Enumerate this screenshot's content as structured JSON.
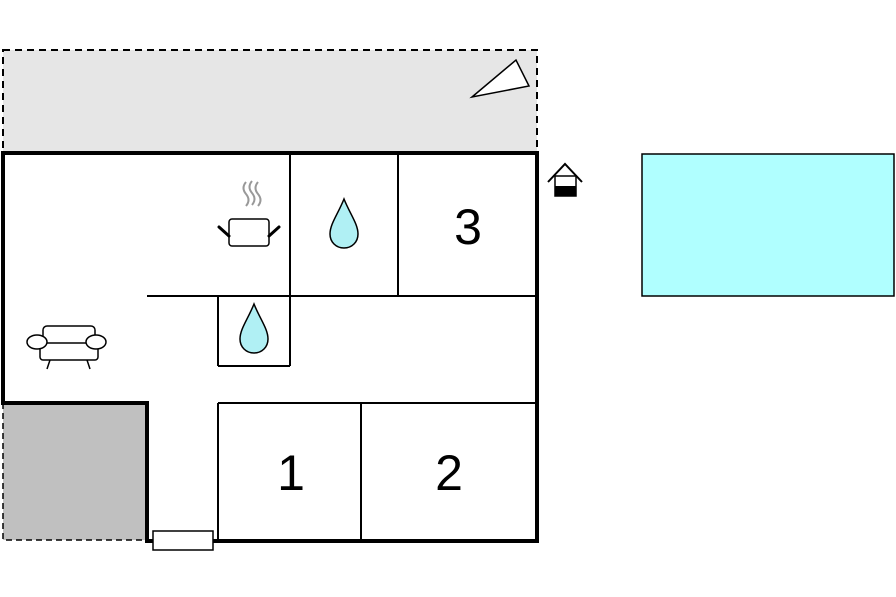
{
  "rooms": {
    "bedroom_1": {
      "label": "1"
    },
    "bedroom_2": {
      "label": "2"
    },
    "bedroom_3": {
      "label": "3"
    }
  },
  "icons": {
    "kitchen": "cooking-pot-icon",
    "bathroom": "water-drop-icon",
    "toilet": "water-drop-icon",
    "living_room": "sofa-icon",
    "entrance": "house-entrance-icon",
    "terrace": "terrace-icon"
  },
  "colors": {
    "wall": "#000000",
    "terrace_fill": "#e6e6e6",
    "annex_fill": "#c0c0c0",
    "pool_fill": "#b0ffff",
    "water_drop_fill": "#b0f0f4",
    "steam": "#999999"
  }
}
